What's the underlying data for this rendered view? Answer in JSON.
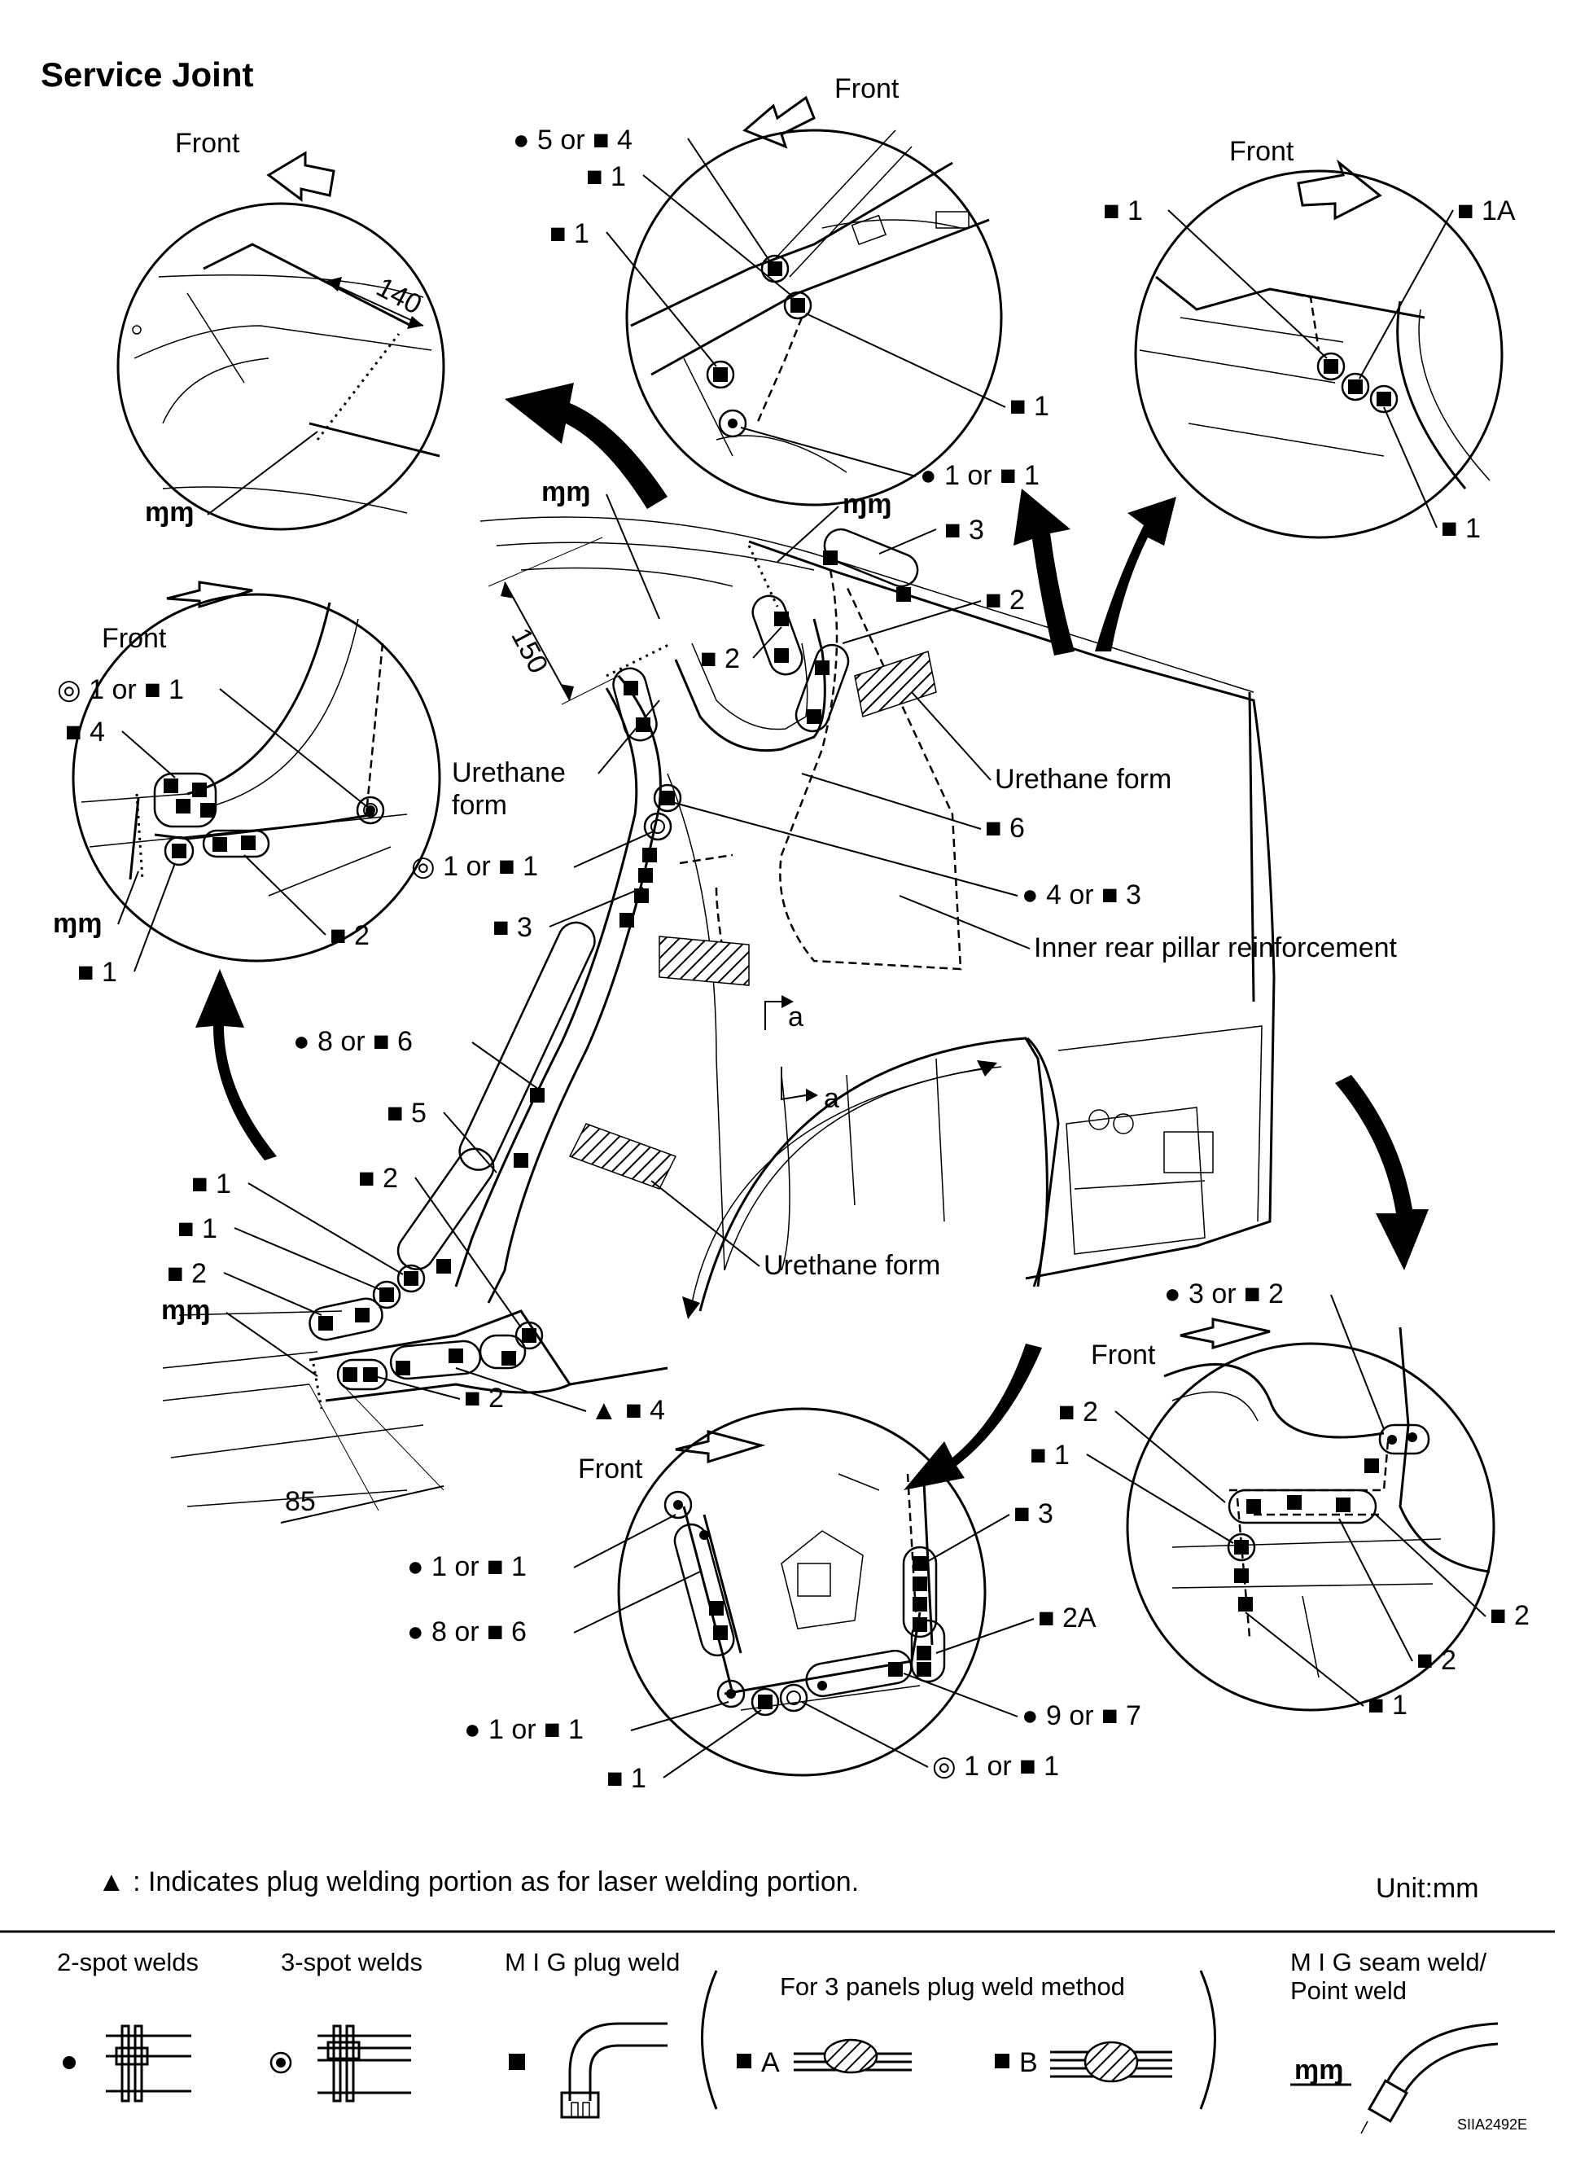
{
  "title": "Service Joint",
  "front": "Front",
  "labels": {
    "tl_140": "140",
    "tc_5or4": "● 5 or ■ 4",
    "tc_1a": "■ 1",
    "tc_1b": "■ 1",
    "tc_1c": "■ 1",
    "tc_1or1": "● 1 or ■ 1",
    "tr_1a": "■ 1",
    "tr_1A": "■ 1A",
    "tr_1b": "■ 1",
    "ml_1or1": "◎ 1 or ■ 1",
    "ml_4": "■ 4",
    "ml_2": "■ 2",
    "ml_1": "■ 1",
    "c_150": "150",
    "c_3": "■ 3",
    "c_2a": "■ 2",
    "c_2b": "■ 2",
    "c_urethane1": "Urethane",
    "c_urethane1b": "form",
    "c_urethane2": "Urethane form",
    "c_6": "■ 6",
    "c_1or1": "◎ 1 or ■ 1",
    "c_4or3": "● 4 or ■ 3",
    "c_3b": "■ 3",
    "c_inner": "Inner rear pillar reinforcement",
    "c_a1": "a",
    "c_a2": "a",
    "c_8or6": "● 8 or ■ 6",
    "c_5": "■ 5",
    "c_1a": "■ 1",
    "c_1b": "■ 1",
    "c_2c": "■ 2",
    "c_2d": "■ 2",
    "c_urethane3": "Urethane form",
    "c_85": "85",
    "c_2e": "■ 2",
    "c_tri4": "▲ ■ 4",
    "bc_1or1a": "● 1 or ■ 1",
    "bc_8or6": "● 8 or ■ 6",
    "bc_3": "■ 3",
    "bc_2A": "■ 2A",
    "bc_9or7": "● 9 or ■ 7",
    "bc_1or1b": "● 1 or ■ 1",
    "bc_1": "■ 1",
    "bc_1or1c": "◎ 1 or ■ 1",
    "br_3or2": "● 3 or ■ 2",
    "br_2a": "■ 2",
    "br_1a": "■ 1",
    "br_2b": "■ 2",
    "br_2c": "■ 2",
    "br_1b": "■ 1"
  },
  "note": "▲ : Indicates plug welding portion as for laser welding portion.",
  "unit": "Unit:mm",
  "legend": {
    "spot2": "2-spot welds",
    "spot3": "3-spot welds",
    "mig_plug": "M I G plug weld",
    "three_panels": "For 3 panels plug weld method",
    "label_a": "A",
    "label_b": "B",
    "mig_seam_1": "M I G seam weld/",
    "mig_seam_2": "Point weld"
  },
  "figure_id": "SIIA2492E"
}
